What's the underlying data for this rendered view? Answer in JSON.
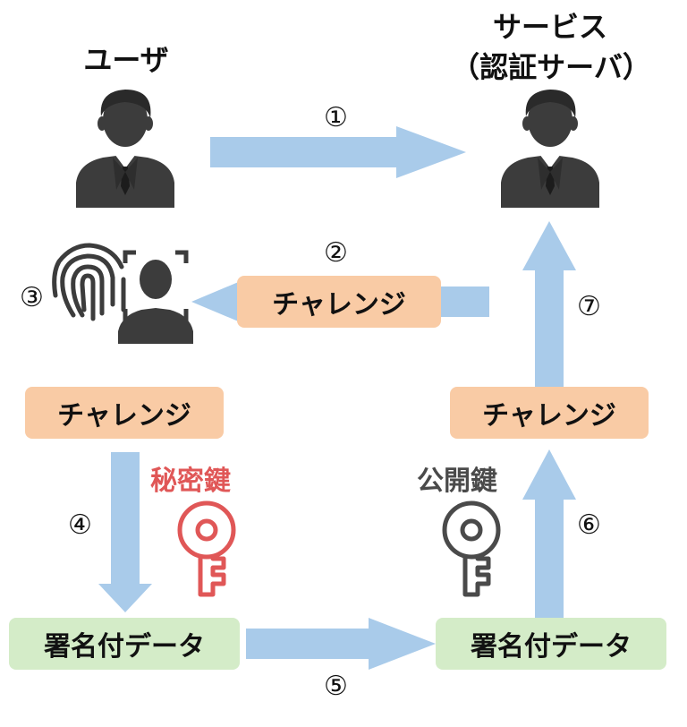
{
  "actors": {
    "user_label": "ユーザ",
    "service_label_line1": "サービス",
    "service_label_line2": "（認証サーバ）"
  },
  "steps": {
    "s1": "①",
    "s2": "②",
    "s3": "③",
    "s4": "④",
    "s5": "⑤",
    "s6": "⑥",
    "s7": "⑦"
  },
  "boxes": {
    "challenge_top": "チャレンジ",
    "challenge_left": "チャレンジ",
    "challenge_right": "チャレンジ",
    "signed_left": "署名付データ",
    "signed_right": "署名付データ"
  },
  "keys": {
    "private_label": "秘密鍵",
    "public_label": "公開鍵"
  },
  "colors": {
    "arrow": "#a9cbea",
    "orange_box": "#f9cba5",
    "green_box": "#d4ecc8",
    "person": "#3c3c3c",
    "private_key": "#e05757",
    "public_key": "#4a4a4a"
  },
  "icons": {
    "user": "person-icon",
    "service": "person-icon",
    "fingerprint": "fingerprint-icon",
    "face_scan": "face-scan-icon",
    "private_key": "key-icon",
    "public_key": "key-icon"
  }
}
